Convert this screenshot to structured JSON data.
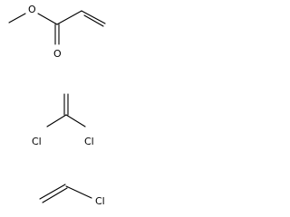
{
  "molecules": [
    {
      "name": "methyl-acrylate",
      "atom_labels": [
        "O",
        "O"
      ]
    },
    {
      "name": "vinylidene-chloride",
      "atom_labels": [
        "Cl",
        "Cl"
      ]
    },
    {
      "name": "vinyl-chloride",
      "atom_labels": [
        "Cl"
      ]
    }
  ],
  "colors": {
    "bond": "#000000",
    "label": "#000000",
    "background": "#ffffff"
  }
}
